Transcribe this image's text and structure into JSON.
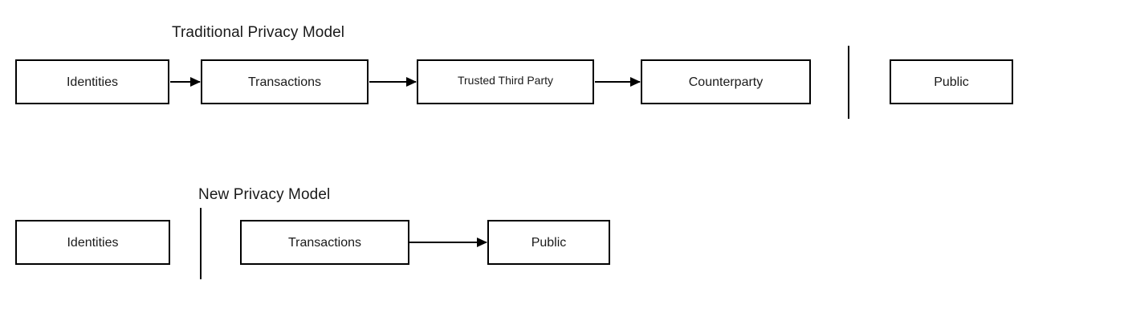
{
  "diagram": {
    "title_traditional": "Traditional Privacy Model",
    "title_new": "New Privacy Model",
    "sections": [
      {
        "id": "traditional",
        "title": "Traditional Privacy Model",
        "nodes": [
          {
            "id": "identities",
            "label": "Identities"
          },
          {
            "id": "transactions",
            "label": "Transactions"
          },
          {
            "id": "trusted-third-party",
            "label": "Trusted Third Party"
          },
          {
            "id": "counterparty",
            "label": "Counterparty"
          },
          {
            "id": "public",
            "label": "Public"
          }
        ],
        "edges": [
          {
            "from": "identities",
            "to": "transactions"
          },
          {
            "from": "transactions",
            "to": "trusted-third-party"
          },
          {
            "from": "trusted-third-party",
            "to": "counterparty"
          }
        ],
        "separator": "vertical-line-after-counterparty"
      },
      {
        "id": "new",
        "title": "New Privacy Model",
        "nodes": [
          {
            "id": "identities",
            "label": "Identities"
          },
          {
            "id": "transactions",
            "label": "Transactions"
          },
          {
            "id": "public",
            "label": "Public"
          }
        ],
        "edges": [
          {
            "from": "transactions",
            "to": "public"
          }
        ],
        "separator": "vertical-line-after-identities"
      }
    ],
    "colors": {
      "stroke": "#000000",
      "fill": "#ffffff",
      "text": "#1a1a1a"
    }
  }
}
